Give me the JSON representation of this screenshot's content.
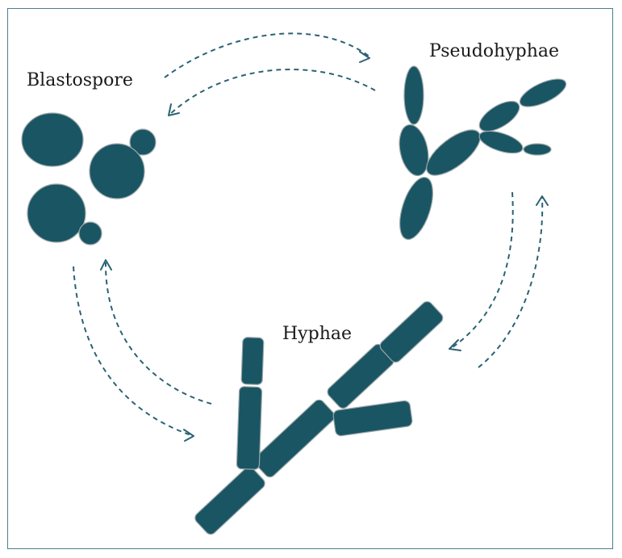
{
  "diagram": {
    "labels": {
      "blastospore": "Blastospore",
      "pseudohyphae": "Pseudohyphae",
      "hyphae": "Hyphae"
    },
    "colors": {
      "cell_fill": "#1a5563",
      "arrow": "#2b6373",
      "frame": "#4d7f8e"
    }
  }
}
